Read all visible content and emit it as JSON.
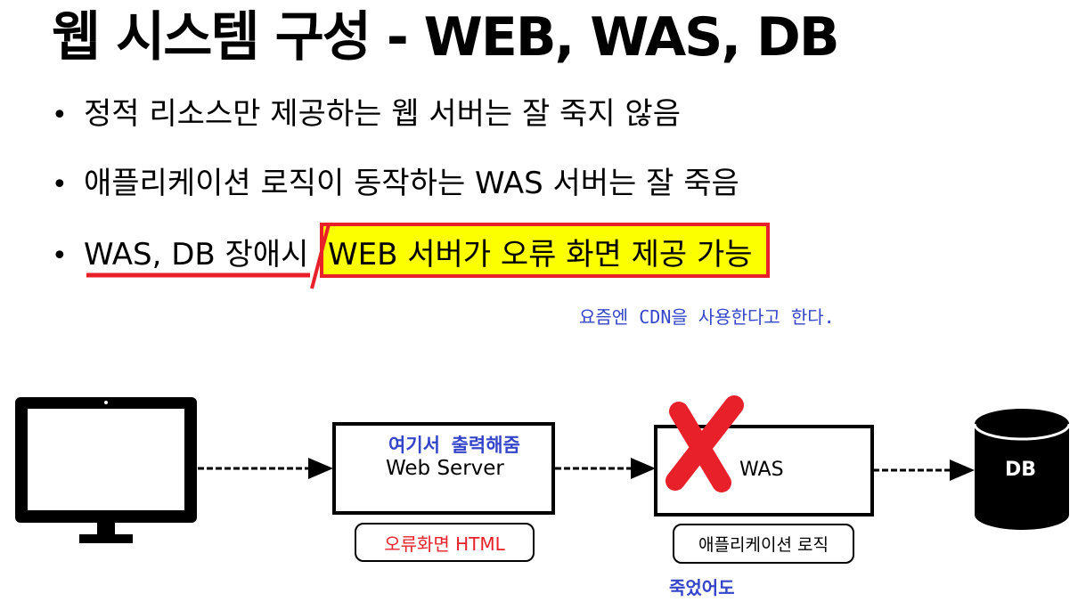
{
  "title": "웹 시스템 구성 - WEB, WAS, DB",
  "bullets": [
    "정적 리소스만 제공하는 웹 서버는 잘 죽지 않음",
    "애플리케이션 로직이 동작하는 WAS 서버는 잘 죽음"
  ],
  "bullet3": {
    "prefix": "WAS, DB 장애시",
    "highlight": "WEB 서버가 오류 화면 제공 가능"
  },
  "dot": "•",
  "notes": {
    "cdn": "요즘엔 CDN을 사용한다고 한다.",
    "print_here": "여기서 출력해줌",
    "even_if_dead": "죽었어도"
  },
  "diagram": {
    "web_server": "Web Server",
    "was": "WAS",
    "db": "DB",
    "error_html": "오류화면 HTML",
    "app_logic": "애플리케이션 로직"
  },
  "colors": {
    "highlight_fill": "#fcff00",
    "highlight_border": "#e8202a",
    "annotation_blue": "#3445c9",
    "error_red": "#e8202a"
  },
  "icons": [
    "monitor-icon",
    "database-icon",
    "x-cross-mark",
    "arrow-right"
  ]
}
